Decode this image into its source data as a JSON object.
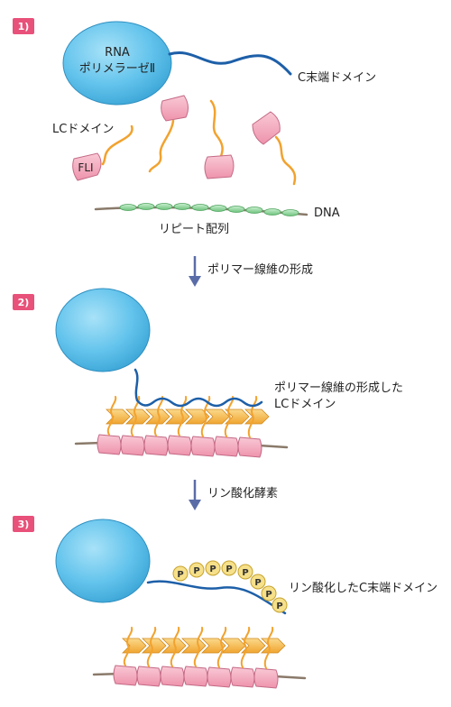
{
  "panels": [
    {
      "badge": "1)"
    },
    {
      "badge": "2)"
    },
    {
      "badge": "3)"
    }
  ],
  "labels": {
    "rna_line1": "RNA",
    "rna_line2": "ポリメラーゼⅡ",
    "ctd": "C末端ドメイン",
    "lc_domain": "LCドメイン",
    "fli": "FLI",
    "dna": "DNA",
    "repeat": "リピート配列",
    "step1": "ポリマー線維の形成",
    "fiber_line1": "ポリマー線維の形成した",
    "fiber_line2": "LCドメイン",
    "step2": "リン酸化酵素",
    "phospho_ctd": "リン酸化したC末端ドメイン",
    "phospho": "P"
  },
  "colors": {
    "polymerase": "#62c3ec",
    "tail": "#1d5fa8",
    "lc": "#f2a22e",
    "fli": "#f2a8bd",
    "repeat": "#8ed49a",
    "dna": "#8a7a6a",
    "arrow": "#5a6ca8",
    "badge": "#e8517a",
    "fiber": "#f5b84a",
    "p_fill": "#f6e08a"
  }
}
